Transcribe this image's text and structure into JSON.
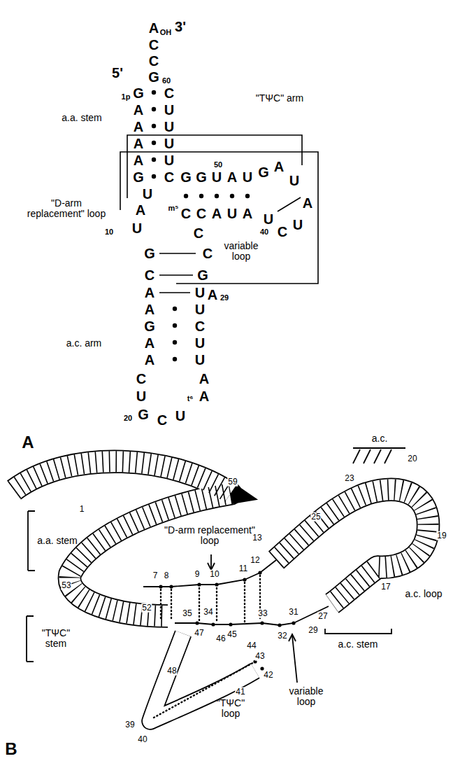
{
  "diagram": {
    "labels": [
      "A",
      "OH",
      "3'",
      "C",
      "C",
      "G",
      "60",
      "5'",
      "1p",
      "G",
      "C",
      "A",
      "U",
      "A",
      "U",
      "A",
      "U",
      "A",
      "U",
      "G",
      "C",
      "G",
      "G",
      "U",
      "A",
      "U",
      "50",
      "G",
      "A",
      "U",
      "A",
      "\"TΨC\" arm",
      "m⁵",
      "C",
      "C",
      "A",
      "U",
      "A",
      "U",
      "40",
      "C",
      "U",
      "\"D-arm replacement\" loop",
      "a.a. stem",
      "U",
      "A",
      "10",
      "U",
      "C",
      "variable loop",
      "G",
      "C",
      "C",
      "G",
      "A",
      "U",
      "A",
      "29",
      "A",
      "U",
      "G",
      "C",
      "A",
      "U",
      "A",
      "U",
      "a.c. arm",
      "C",
      "U",
      "20",
      "G",
      "C",
      "U",
      "t⁶",
      "A",
      "A",
      "A",
      "a.a. stem",
      "59",
      "1",
      "53",
      "52",
      "\"TΨC\" stem",
      "7",
      "8",
      "9",
      "10",
      "11",
      "12",
      "13",
      "\"D-arm replacement\" loop",
      "a.c.",
      "20",
      "23",
      "25",
      "19",
      "a.c. loop",
      "17",
      "27",
      "29",
      "a.c. stem",
      "31",
      "32",
      "33",
      "35",
      "34",
      "47",
      "45",
      "46",
      "44",
      "variable loop",
      "43",
      "48",
      "42",
      "41",
      "39",
      "40",
      "\"TΨC\" loop",
      "B"
    ]
  }
}
